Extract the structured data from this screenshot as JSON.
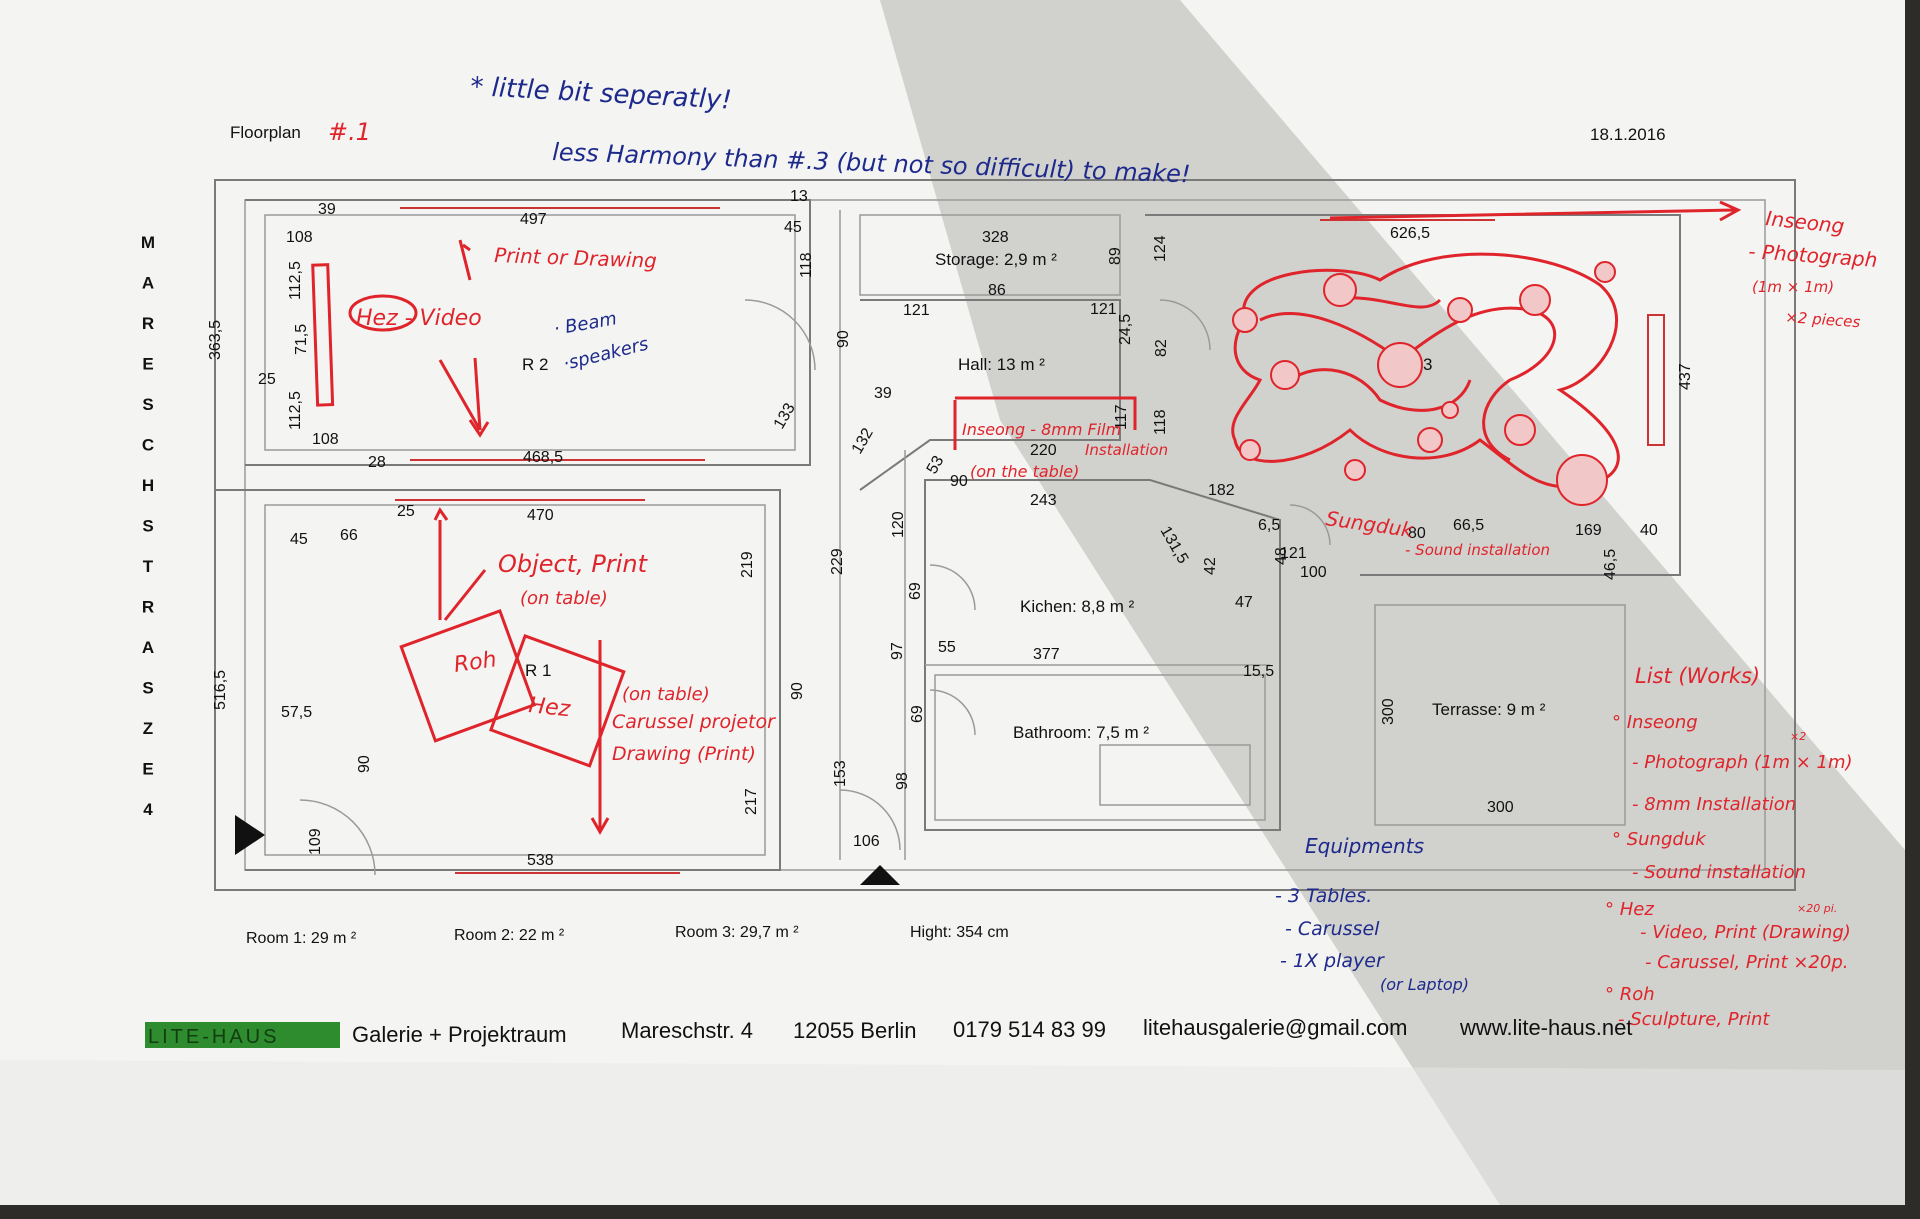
{
  "header": {
    "title": "Floorplan",
    "date": "18.1.2016"
  },
  "street": [
    "M",
    "A",
    "R",
    "E",
    "S",
    "C",
    "H",
    "S",
    "T",
    "R",
    "A",
    "S",
    "Z",
    "E",
    "4"
  ],
  "rooms": {
    "r1": "R 1",
    "r2": "R 2",
    "r3": "R 3",
    "storage": "Storage: 2,9 m ²",
    "hall": "Hall: 13 m ²",
    "kitchen": "Kichen: 8,8  m ²",
    "bathroom": "Bathroom: 7,5 m ²",
    "terrasse": "Terrasse: 9 m ²"
  },
  "dimensions": [
    "39",
    "497",
    "13",
    "45",
    "108",
    "112,5",
    "71,5",
    "25",
    "112,5",
    "108",
    "28",
    "468,5",
    "363,5",
    "118",
    "90",
    "133",
    "328",
    "89",
    "124",
    "86",
    "121",
    "121",
    "24,5",
    "82",
    "39",
    "132",
    "53",
    "117",
    "118",
    "220",
    "243",
    "626,5",
    "437",
    "182",
    "131,5",
    "6,5",
    "66,5",
    "169",
    "40",
    "80",
    "121",
    "46,5",
    "48",
    "42",
    "100",
    "25",
    "470",
    "45",
    "66",
    "219",
    "229",
    "120",
    "90",
    "69",
    "97",
    "55",
    "377",
    "47",
    "15,5",
    "90",
    "69",
    "153",
    "98",
    "217",
    "106",
    "516,5",
    "57,5",
    "90",
    "109",
    "538",
    "300",
    "300"
  ],
  "footer_stats": [
    "Room 1: 29 m ²",
    "Room 2: 22 m ²",
    "Room 3:  29,7 m ²",
    "Hight: 354 cm"
  ],
  "contact": {
    "brand": "LITE-HAUS",
    "subtitle": "Galerie + Projektraum",
    "address": "Mareschstr. 4",
    "city": "12055 Berlin",
    "phone": "0179 514 83 99",
    "email": "litehausgalerie@gmail.com",
    "web": "www.lite-haus.net"
  },
  "annotations": {
    "plan_no": "#.1",
    "top1": "* little bit seperatly!",
    "top2": "less Harmony than #.3 (but not so difficult) to make!",
    "print_drawing": "Print or Drawing",
    "hez_video": "Hez - Video",
    "beam": "· Beam",
    "speakers": "·speakers",
    "inseong_8mm": "Inseong - 8mm Film",
    "installation": "Installation",
    "on_the_table": "(on the table)",
    "inseong_right": "Inseong",
    "photograph": "- Photograph",
    "size": "(1m × 1m)",
    "pieces": "×2 pieces",
    "sungduk": "Sungduk",
    "sound_inst": "- Sound installation",
    "object_print": "Object, Print",
    "on_table": "(on table)",
    "roh": "Roh",
    "hez": "Hez",
    "on_table2": "(on table)",
    "carussel": "Carussel projetor",
    "drawing_print": "Drawing (Print)",
    "equip_title": "Equipments",
    "equip": [
      "- 3 Tables.",
      "- Carussel",
      "- 1X player",
      "(or Laptop)"
    ],
    "list_title": "List (Works)",
    "list": [
      "° Inseong",
      "- Photograph (1m × 1m)",
      "- 8mm Installation",
      "° Sungduk",
      "- Sound installation",
      "° Hez",
      "- Video, Print (Drawing)",
      "- Carussel, Print ×20p.",
      "° Roh",
      "- Sculpture, Print"
    ],
    "x2": "×2",
    "x20": "×20 pi."
  }
}
